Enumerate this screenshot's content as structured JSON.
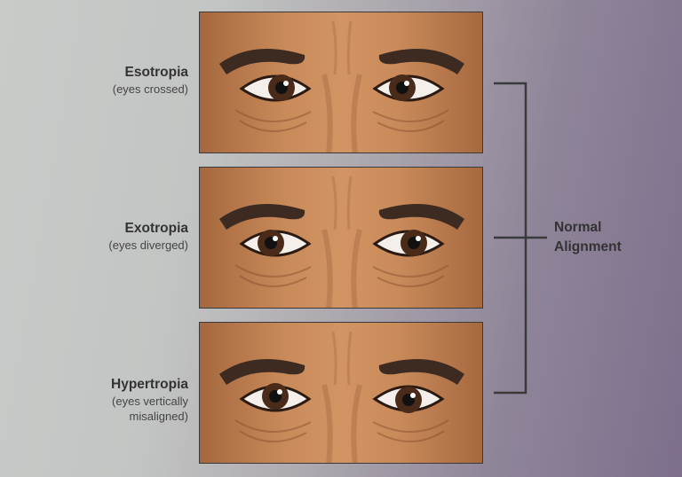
{
  "conditions": [
    {
      "title": "Esotropia",
      "subtitle": [
        "(eyes crossed)"
      ]
    },
    {
      "title": "Exotropia",
      "subtitle": [
        "(eyes diverged)"
      ]
    },
    {
      "title": "Hypertropia",
      "subtitle": [
        "(eyes vertically",
        "misaligned)"
      ]
    }
  ],
  "bracket_label": [
    "Normal",
    "Alignment"
  ],
  "colors": {
    "skin": "#c98a5a",
    "skin_dark": "#a5683e",
    "brow": "#3d2b22",
    "iris": "#4a2a18",
    "outline": "#3a3a3a"
  }
}
